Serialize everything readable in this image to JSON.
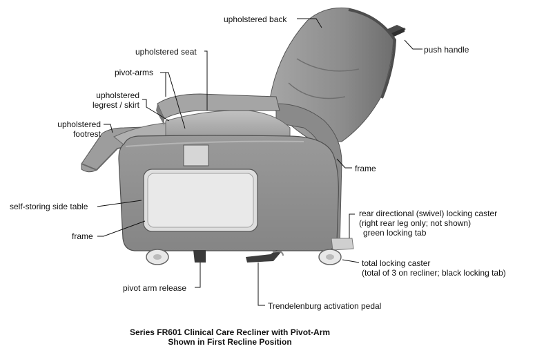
{
  "labels": {
    "upholstered_back": "upholstered back",
    "push_handle": "push handle",
    "upholstered_seat": "upholstered seat",
    "pivot_arms": "pivot-arms",
    "legrest_line1": "upholstered",
    "legrest_line2": "legrest / skirt",
    "footrest_line1": "upholstered",
    "footrest_line2": "footrest",
    "frame_right": "frame",
    "side_table": "self-storing side table",
    "frame_left": "frame",
    "rear_caster_line1": "rear directional (swivel) locking caster",
    "rear_caster_line2": "(right rear leg only; not shown)",
    "rear_caster_line3": "green locking tab",
    "total_caster_line1": "total locking caster",
    "total_caster_line2": "(total of 3 on recliner; black locking tab)",
    "pivot_release": "pivot arm release",
    "trendelenburg": "Trendelenburg activation pedal"
  },
  "caption": {
    "line1": "Series FR601 Clinical Care Recliner with Pivot-Arm",
    "line2": "Shown in First Recline Position"
  },
  "colors": {
    "upholstery": "#8d8d8d",
    "upholstery_light": "#b4b4b4",
    "upholstery_dark": "#5e5e5e",
    "table": "#dcdcdc",
    "wheel": "#e6e6e6"
  }
}
